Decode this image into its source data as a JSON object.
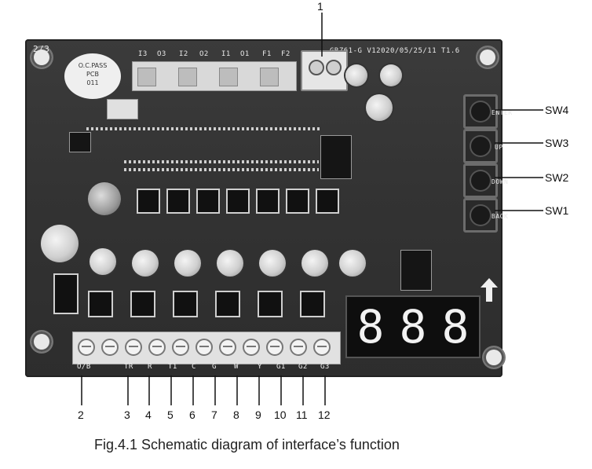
{
  "callouts": {
    "top": "1",
    "bottom": [
      "2",
      "3",
      "4",
      "5",
      "6",
      "7",
      "8",
      "9",
      "10",
      "11",
      "12"
    ],
    "switches": [
      "SW4",
      "SW3",
      "SW2",
      "SW1"
    ]
  },
  "board": {
    "revision": "GRZ61-G  V12020/05/25/11  T1.6",
    "page_marker": "2/3",
    "sticker": [
      "O.C.PASS",
      "PCB",
      "011"
    ],
    "top_terminal_labels": [
      "I3",
      "O3",
      "I2",
      "O2",
      "I1",
      "O1",
      "F1",
      "F2"
    ],
    "bottom_terminal_labels": [
      "O/B",
      "TR",
      "R",
      "T1",
      "C",
      "G",
      "W",
      "Y",
      "G1",
      "G2",
      "G3"
    ],
    "button_labels": [
      "ENTER",
      "UP",
      "DOWN",
      "BACK"
    ],
    "display_digits": [
      "8",
      "8",
      "8"
    ]
  },
  "caption": "Fig.4.1 Schematic diagram of interface’s function",
  "colors": {
    "board": "#333333",
    "silkscreen": "#e8e8e8",
    "leader": "#111111",
    "background": "#ffffff"
  }
}
